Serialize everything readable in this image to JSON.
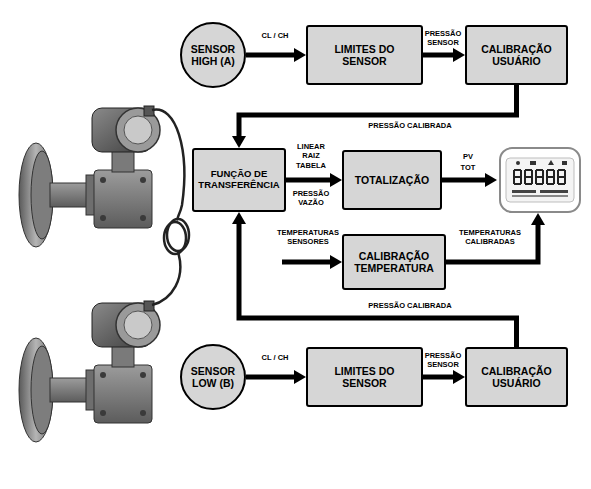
{
  "diagram": {
    "nodes": [
      {
        "text": [
          "SENSOR HIGH (A)"
        ]
      },
      {
        "text": [
          "LIMITES DO SENSOR"
        ]
      },
      {
        "text": [
          "CALIBRAÇÃO USUÁRIO"
        ]
      },
      {
        "text": [
          "FUNÇÃO DE TRANSFERÊNCIA"
        ]
      },
      {
        "text": [
          "TOTALIZAÇÃO"
        ]
      },
      {
        "text": [
          "CALIBRAÇÃO TEMPERATURA"
        ]
      },
      {
        "text": [
          "SENSOR LOW (B)"
        ]
      },
      {
        "text": [
          "LIMITES DO SENSOR"
        ]
      },
      {
        "text": [
          "CALIBRAÇÃO USUÁRIO"
        ]
      }
    ],
    "edges": [
      {
        "from": 0,
        "to": 1,
        "label": "CL / CH",
        "arrow": "to"
      },
      {
        "from": 1,
        "to": 2,
        "label": "PRESSÃO SENSOR",
        "arrow": "to"
      },
      {
        "from": 2,
        "to": 3,
        "label": "PRESSÃO CALIBRADA",
        "arrow": "to"
      },
      {
        "from": 3,
        "to": 4,
        "label": "LINEAR RAIZ TABELA",
        "arrow": "to"
      },
      {
        "from": 6,
        "to": 7,
        "label": "CL / CH",
        "arrow": "to"
      },
      {
        "from": 7,
        "to": 8,
        "label": "PRESSÃO SENSOR",
        "arrow": "to"
      },
      {
        "from": 8,
        "to": 3,
        "label": "PRESSÃO CALIBRADA",
        "arrow": "to"
      }
    ],
    "labels": [
      "PRESSÃO VAZÃO",
      "PV",
      "TOT",
      "TEMPERATURAS SENSORES",
      "TEMPERATURAS CALIBRADAS"
    ]
  }
}
